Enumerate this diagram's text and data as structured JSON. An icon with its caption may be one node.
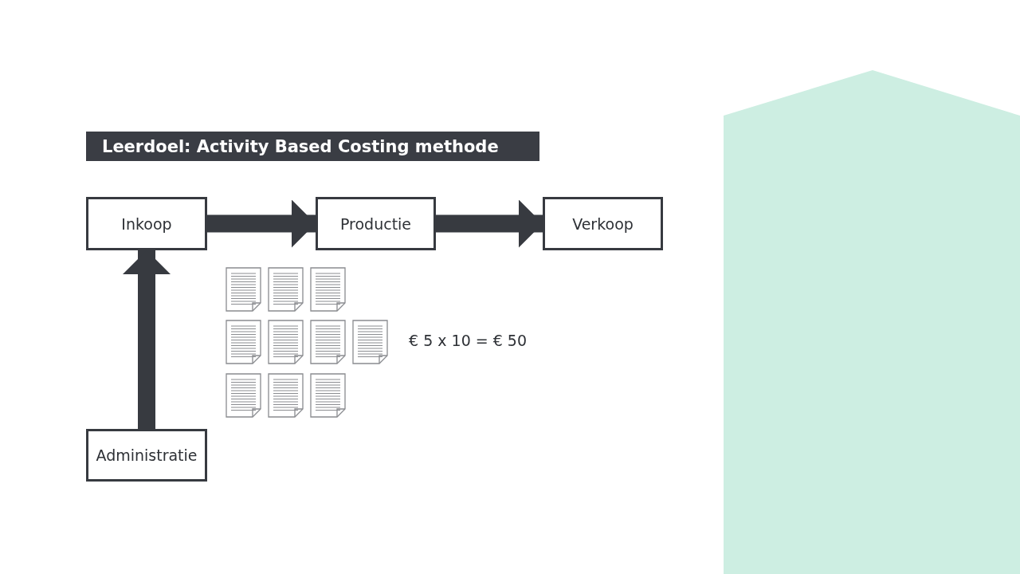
{
  "diagram": {
    "title": "Leerdoel: Activity Based Costing methode",
    "nodes": [
      {
        "text": [
          "Inkoop"
        ]
      },
      {
        "text": [
          "Productie"
        ]
      },
      {
        "text": [
          "Verkoop"
        ]
      },
      {
        "text": [
          "Administratie"
        ]
      }
    ],
    "edges": [
      {
        "from": 0,
        "to": 1,
        "arrow": "to"
      },
      {
        "from": 1,
        "to": 2,
        "arrow": "to"
      },
      {
        "from": 3,
        "to": 0,
        "arrow": "to"
      }
    ],
    "labels": [
      "€ 5 x 10 = € 50"
    ]
  }
}
